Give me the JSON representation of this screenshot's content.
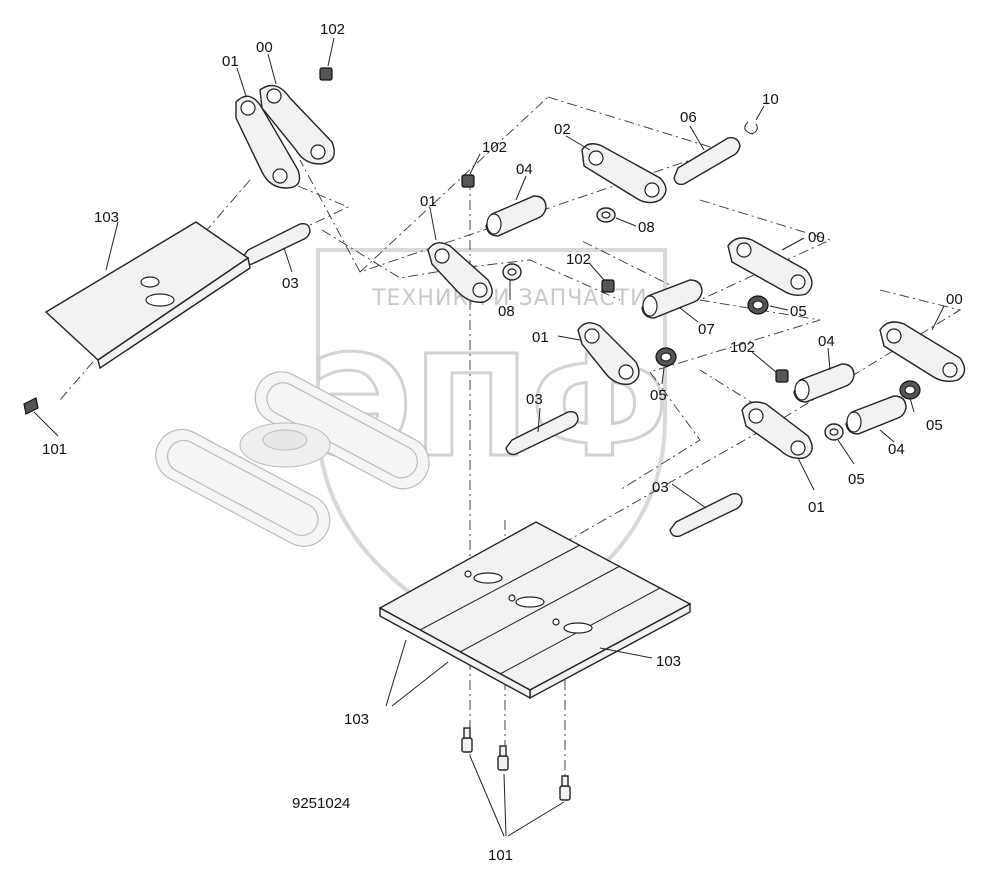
{
  "watermark": {
    "company_text": "ТЕХНИКА И ЗАПЧАСТИ",
    "logo_text": "ЭПФ"
  },
  "drawing_number": "9251024",
  "labels": {
    "l01_a": "01",
    "l00_a": "00",
    "l102_a": "102",
    "l02": "02",
    "l06": "06",
    "l10": "10",
    "l102_b": "102",
    "l04_a": "04",
    "l01_b": "01",
    "l08_a": "08",
    "l00_b": "00",
    "l102_c": "102",
    "l08_b": "08",
    "l05_a": "05",
    "l07": "07",
    "l01_c": "01",
    "l05_b": "05",
    "l102_d": "102",
    "l04_b": "04",
    "l00_c": "00",
    "l103_a": "103",
    "l03_a": "03",
    "l101_a": "101",
    "l03_b": "03",
    "l05_c": "05",
    "l05_d": "05",
    "l04_c": "04",
    "l03_c": "03",
    "l01_d": "01",
    "l103_b": "103",
    "l103_c": "103",
    "l101_b": "101"
  }
}
